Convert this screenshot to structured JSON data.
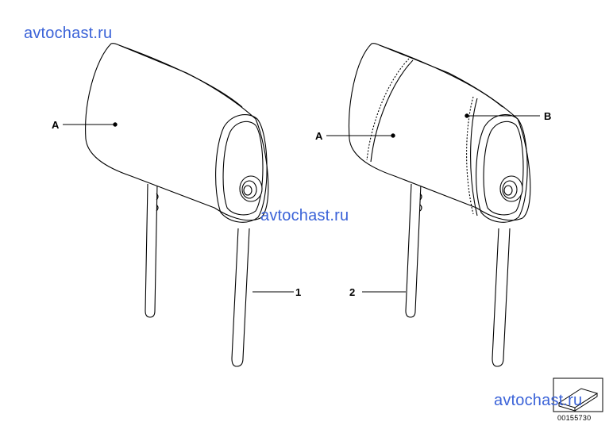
{
  "watermarks": [
    "avtochast.ru",
    "avtochast.ru",
    "avtochast.ru"
  ],
  "callouts": {
    "left_cover_ref": "A",
    "right_cover_ref": "A",
    "right_stitch_ref": "B",
    "part_1": "1",
    "part_2": "2"
  },
  "diagram_number": "00155730",
  "colors": {
    "watermark": "#3b63d8",
    "line": "#000000"
  }
}
